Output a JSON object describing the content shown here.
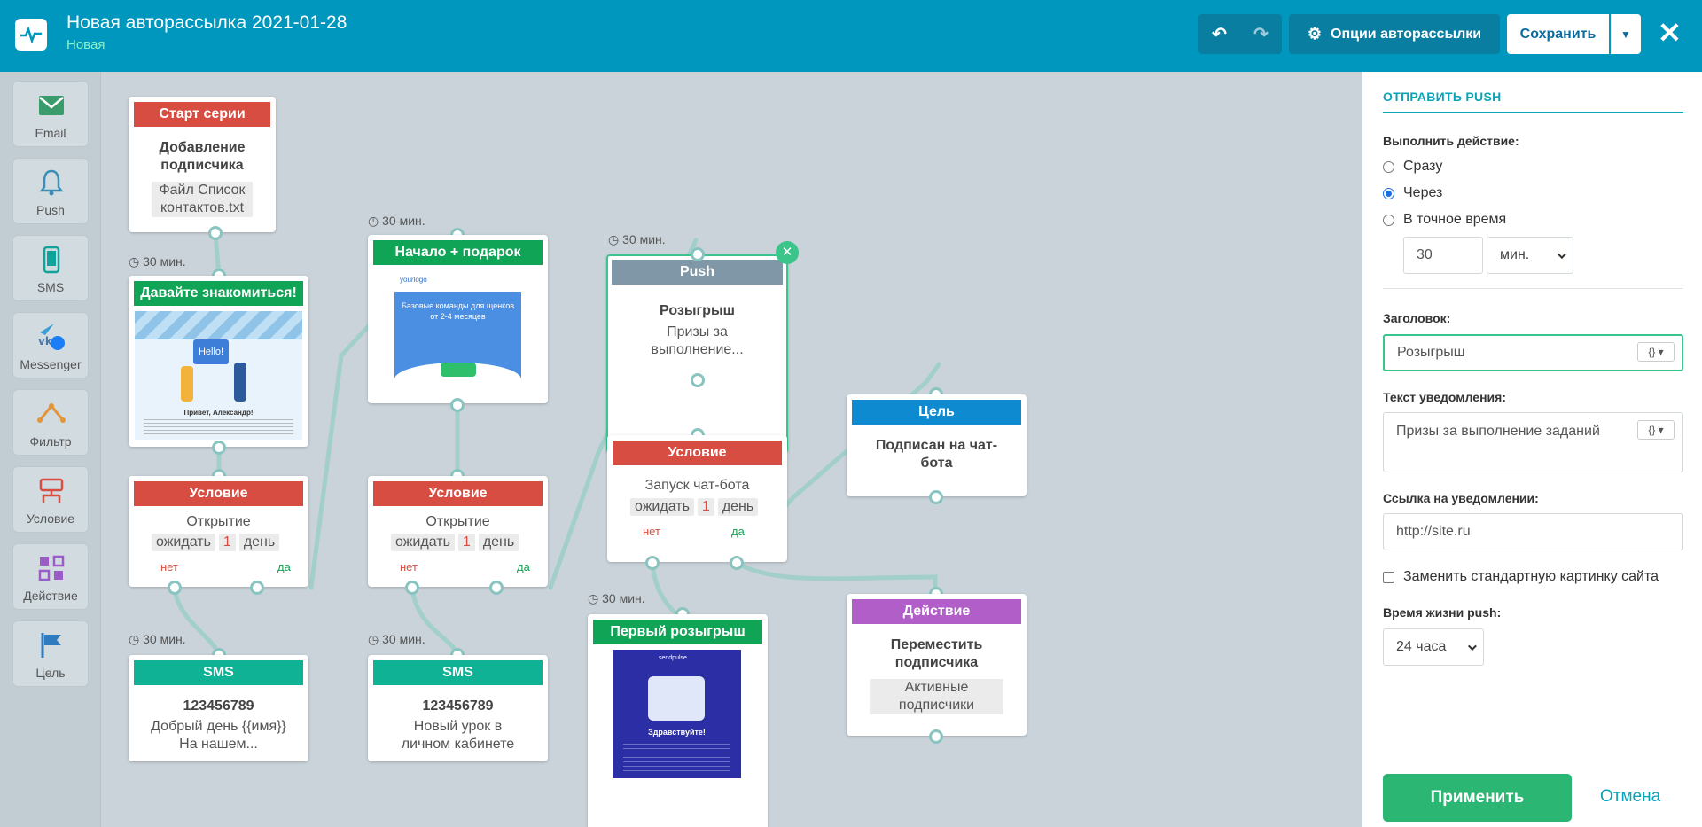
{
  "header": {
    "title": "Новая авторассылка 2021-01-28",
    "subtitle": "Новая",
    "options_label": "Опции авторассылки",
    "save_label": "Сохранить"
  },
  "tools": [
    {
      "label": "Email",
      "icon": "email-icon"
    },
    {
      "label": "Push",
      "icon": "bell-icon"
    },
    {
      "label": "SMS",
      "icon": "phone-icon"
    },
    {
      "label": "Messenger",
      "icon": "messenger-icon"
    },
    {
      "label": "Фильтр",
      "icon": "filter-icon"
    },
    {
      "label": "Условие",
      "icon": "condition-icon"
    },
    {
      "label": "Действие",
      "icon": "action-icon"
    },
    {
      "label": "Цель",
      "icon": "flag-icon"
    }
  ],
  "flow": {
    "start": {
      "header": "Старт серии",
      "name": "Добавление подписчика",
      "chip": "Файл Список контактов.txt"
    },
    "email1": {
      "time": "30 мин.",
      "header": "Давайте знакомиться!",
      "thumb_text": "Hello!",
      "thumb_greeting": "Привет, Александр!"
    },
    "cond1": {
      "header": "Условие",
      "desc": "Открытие",
      "wait": "ожидать",
      "num": "1",
      "unit": "день",
      "no": "нет",
      "yes": "да"
    },
    "sms1": {
      "time": "30 мин.",
      "header": "SMS",
      "name": "123456789",
      "desc": "Добрый день {{имя}} На нашем..."
    },
    "email2": {
      "time": "30 мин.",
      "header": "Начало + подарок",
      "thumb_brand": "yourlogo",
      "thumb_text": "Базовые команды для щенков от 2-4 месяцев"
    },
    "cond2": {
      "header": "Условие",
      "desc": "Открытие",
      "wait": "ожидать",
      "num": "1",
      "unit": "день",
      "no": "нет",
      "yes": "да"
    },
    "sms2": {
      "time": "30 мин.",
      "header": "SMS",
      "name": "123456789",
      "desc": "Новый урок в личном кабинете"
    },
    "push": {
      "time": "30 мин.",
      "header": "Push",
      "name": "Розыгрыш",
      "desc": "Призы за выполнение..."
    },
    "cond3": {
      "header": "Условие",
      "desc": "Запуск чат-бота",
      "wait": "ожидать",
      "num": "1",
      "unit": "день",
      "no": "нет",
      "yes": "да"
    },
    "email3": {
      "time": "30 мин.",
      "header": "Первый розыгрыш",
      "thumb_brand": "sendpulse",
      "thumb_text": "Здравствуйте!"
    },
    "goal": {
      "header": "Цель",
      "name": "Подписан на чат-бота"
    },
    "action": {
      "header": "Действие",
      "name": "Переместить подписчика",
      "chip": "Активные подписчики"
    }
  },
  "panel": {
    "title": "ОТПРАВИТЬ PUSH",
    "exec_label": "Выполнить действие:",
    "radio_now": "Сразу",
    "radio_after": "Через",
    "radio_exact": "В точное время",
    "delay_value": "30",
    "delay_unit": "мин.",
    "heading_label": "Заголовок:",
    "heading_value": "Розыгрыш",
    "text_label": "Текст уведомления:",
    "text_value": "Призы за выполнение заданий",
    "link_label": "Ссылка на уведомлении:",
    "link_value": "http://site.ru",
    "replace_label": "Заменить стандартную картинку сайта",
    "ttl_label": "Время жизни push:",
    "ttl_value": "24 часа",
    "apply_label": "Применить",
    "cancel_label": "Отмена"
  }
}
